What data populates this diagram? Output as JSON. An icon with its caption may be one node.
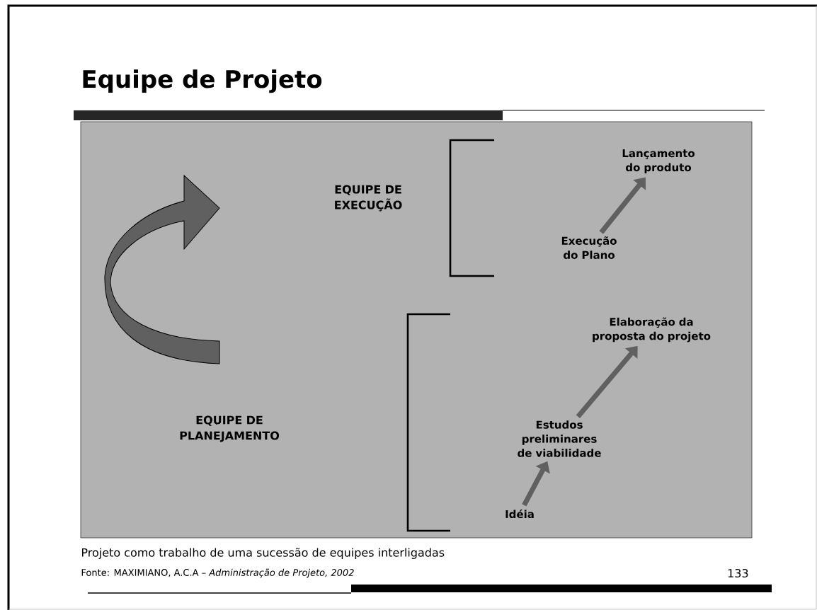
{
  "diagram": {
    "title": "Equipe de Projeto",
    "caption": "Projeto como trabalho de uma sucessão de equipes interligadas",
    "nodes": [
      {
        "text": [
          "Idéia"
        ]
      },
      {
        "text": [
          "Estudos preliminares de viabilidade"
        ]
      },
      {
        "text": [
          "Elaboração da proposta do projeto"
        ]
      },
      {
        "text": [
          "Execução do Plano"
        ]
      },
      {
        "text": [
          "Lançamento do produto"
        ]
      }
    ],
    "edges": [
      {
        "from": 0,
        "to": 1,
        "arrow": "to"
      },
      {
        "from": 1,
        "to": 2,
        "arrow": "to"
      },
      {
        "from": 3,
        "to": 4,
        "arrow": "to"
      }
    ],
    "labels": [
      "EQUIPE DE EXECUÇÃO",
      "EQUIPE DE PLANEJAMENTO",
      "Fonte: MAXIMIANO, A.C.A – *Administração de Projeto, 2002*",
      "133"
    ]
  }
}
